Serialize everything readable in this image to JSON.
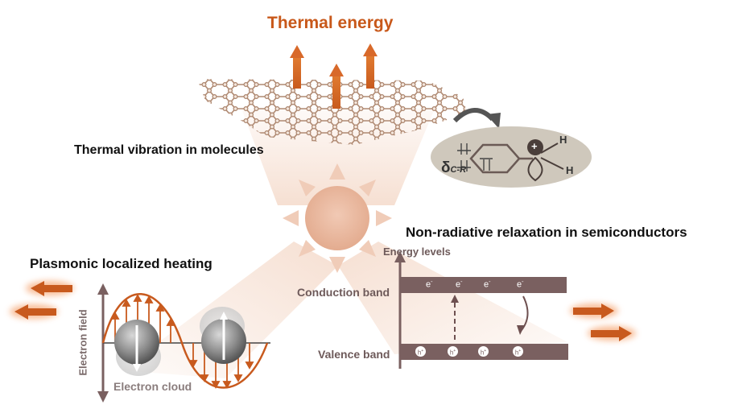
{
  "title": "Thermal energy",
  "sections": {
    "molecules": "Thermal vibration in molecules",
    "semiconductors": "Non-radiative relaxation in semiconductors",
    "plasmonic": "Plasmonic localized heating"
  },
  "orbital_inset": {
    "delta_symbol": "δ",
    "delta_subscript": "C-R",
    "plus": "+",
    "h_top": "H",
    "h_bottom": "H"
  },
  "band_diagram": {
    "axis_label": "Energy levels",
    "conduction_label": "Conduction band",
    "valence_label": "Valence band",
    "electron": "e",
    "electron_sup": "-",
    "hole": "h",
    "hole_sup": "+"
  },
  "plasmon": {
    "axis_label": "Electron field",
    "cloud_label": "Electron cloud"
  },
  "colors": {
    "accent_orange": "#c8581a",
    "band_brown": "#7a6060",
    "text_dark": "#111111",
    "label_gray": "#7a6a6a",
    "sun": "#e8b8a0"
  }
}
